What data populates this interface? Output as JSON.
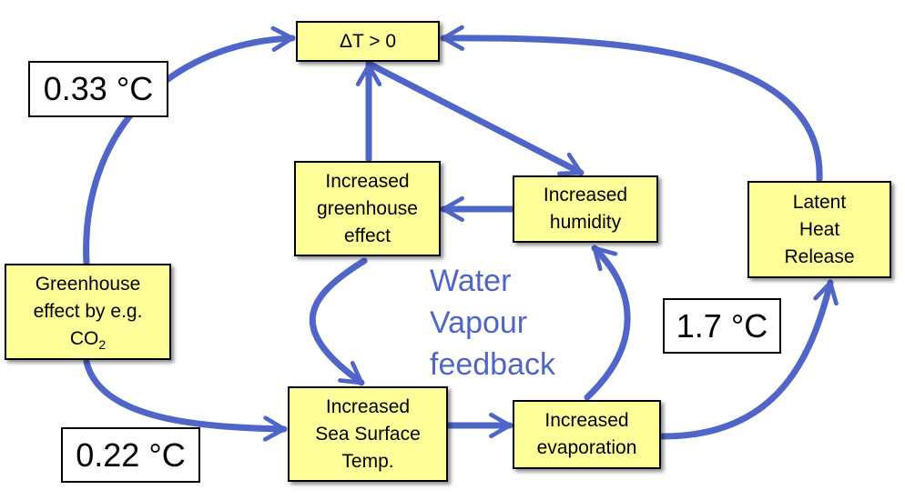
{
  "colors": {
    "arrow": "#4f66c8",
    "box_fill": "#ffff99",
    "label_text": "#4f66c8"
  },
  "boxes": {
    "delta_t": "ΔT > 0",
    "greenhouse_effect": "Increased\ngreenhouse\neffect",
    "humidity": "Increased\nhumidity",
    "latent_heat": "Latent\nHeat\nRelease",
    "co2_prefix": "Greenhouse\neffect by e.g.\nCO",
    "co2_sub": "2",
    "sst": "Increased\nSea Surface\nTemp.",
    "evaporation": "Increased\nevaporation"
  },
  "values": {
    "v033": "0.33 °C",
    "v022": "0.22 °C",
    "v17": "1.7 °C"
  },
  "center_label": {
    "line1": "Water",
    "line2": "Vapour",
    "line3": "feedback"
  }
}
